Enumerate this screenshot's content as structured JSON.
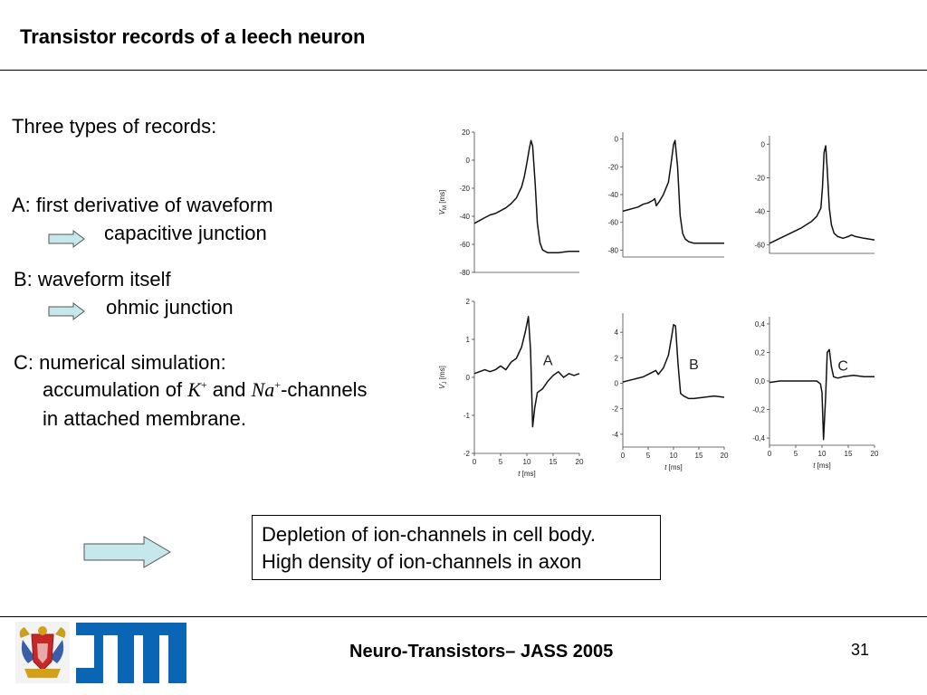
{
  "slide": {
    "title": "Transistor records of a leech neuron",
    "intro": "Three types of records:",
    "a_line1": "A: first derivative of waveform",
    "a_line2": "capacitive junction",
    "b_line1": "B: waveform itself",
    "b_line2": "ohmic junction",
    "c_line1": "C: numerical simulation:",
    "c_line2_pre": "accumulation of ",
    "c_k": "K",
    "c_plus": "+",
    "c_and": " and ",
    "c_na": "Na",
    "c_line2_post": "-channels",
    "c_line3": "in attached membrane.",
    "box_line1": "Depletion of ion-channels in cell body.",
    "box_line2": "High density of ion-channels in axon"
  },
  "footer": {
    "title": "Neuro-Transistors– JASS 2005",
    "page": "31"
  },
  "colors": {
    "arrow_fill": "#c6e7ec",
    "arrow_stroke": "#555555",
    "logo_blue": "#0a65b5"
  },
  "icons": [
    "right-arrow-icon",
    "university-crest-logo",
    "tum-logo"
  ],
  "chart_data": [
    {
      "type": "line",
      "panel": "A-top",
      "ylabel_var": "V",
      "ylabel_sub": "M",
      "ylabel_unit": " [ms]",
      "ylim": [
        -80,
        20
      ],
      "yticks": [
        20,
        0,
        -20,
        -40,
        -60,
        -80
      ],
      "xlim": [
        0,
        20
      ],
      "xticks": [],
      "series": [
        {
          "x": [
            0,
            1,
            2,
            3,
            4,
            5,
            6,
            7,
            8,
            9,
            9.5,
            10,
            10.5,
            10.8,
            11.1,
            11.6,
            12,
            12.5,
            13,
            14,
            16,
            18,
            20
          ],
          "y": [
            -45,
            -43,
            -41,
            -39,
            -38,
            -36,
            -34,
            -31,
            -27,
            -19,
            -12,
            -2,
            9,
            14,
            10,
            -18,
            -45,
            -59,
            -64,
            -66,
            -66,
            -65,
            -65
          ]
        }
      ]
    },
    {
      "type": "line",
      "panel": "B-top",
      "ylim": [
        -85,
        5
      ],
      "yticks": [
        0,
        -20,
        -40,
        -60,
        -80
      ],
      "xlim": [
        0,
        20
      ],
      "xticks": [],
      "series": [
        {
          "x": [
            0,
            1,
            2,
            3,
            4,
            5,
            6,
            6.3,
            6.6,
            7.2,
            8,
            9,
            9.5,
            10,
            10.3,
            10.8,
            11.3,
            11.8,
            12.3,
            13,
            14,
            16,
            18,
            20
          ],
          "y": [
            -52,
            -51,
            -50,
            -49,
            -47,
            -46,
            -44,
            -43,
            -48,
            -45,
            -40,
            -31,
            -18,
            -4,
            -1,
            -20,
            -55,
            -68,
            -72,
            -74,
            -75,
            -75,
            -75,
            -75
          ]
        }
      ]
    },
    {
      "type": "line",
      "panel": "C-top",
      "ylim": [
        -65,
        5
      ],
      "yticks": [
        0,
        -20,
        -40,
        -60
      ],
      "xlim": [
        0,
        20
      ],
      "xticks": [],
      "series": [
        {
          "x": [
            0,
            2,
            4,
            6,
            8,
            9,
            9.8,
            10.1,
            10.4,
            10.7,
            11,
            11.4,
            11.8,
            12.3,
            13,
            14,
            15,
            15.6,
            16.4,
            18,
            20
          ],
          "y": [
            -59,
            -56,
            -53,
            -50,
            -46,
            -43,
            -38,
            -25,
            -5,
            -1,
            -15,
            -38,
            -48,
            -53,
            -55,
            -56,
            -55,
            -54,
            -55,
            -56,
            -57
          ]
        }
      ]
    },
    {
      "type": "line",
      "panel": "A-bottom",
      "label": "A",
      "ylabel_var": "V",
      "ylabel_sub": "J",
      "ylabel_unit": " [ms]",
      "ylim": [
        -2,
        2
      ],
      "yticks": [
        2,
        1,
        0,
        -1,
        -2
      ],
      "xlim": [
        0,
        20
      ],
      "xticks": [
        0,
        5,
        10,
        15,
        20
      ],
      "xlabel_var": "t",
      "xlabel_unit": " [ms]",
      "series": [
        {
          "x": [
            0,
            1,
            2,
            3,
            4,
            5,
            6,
            7,
            8,
            9,
            9.7,
            10.3,
            10.7,
            11.1,
            11.5,
            12,
            13,
            14,
            15,
            16,
            17,
            18,
            19,
            20
          ],
          "y": [
            0.1,
            0.15,
            0.2,
            0.15,
            0.2,
            0.3,
            0.2,
            0.4,
            0.5,
            0.8,
            1.2,
            1.6,
            0.7,
            -1.3,
            -0.8,
            -0.4,
            -0.3,
            -0.1,
            0.05,
            0.15,
            0.0,
            0.1,
            0.05,
            0.1
          ]
        }
      ]
    },
    {
      "type": "line",
      "panel": "B-bottom",
      "label": "B",
      "ylim": [
        -5,
        5.5
      ],
      "yticks": [
        4,
        2,
        0,
        -2,
        -4
      ],
      "xlim": [
        0,
        20
      ],
      "xticks": [
        0,
        5,
        10,
        15,
        20
      ],
      "xlabel_var": "t",
      "xlabel_unit": " [ms]",
      "series": [
        {
          "x": [
            0,
            1,
            2,
            3,
            4,
            5,
            6,
            6.5,
            7,
            8,
            9,
            9.6,
            10,
            10.4,
            10.9,
            11.4,
            12,
            13,
            14,
            16,
            18,
            20
          ],
          "y": [
            0.1,
            0.2,
            0.3,
            0.4,
            0.5,
            0.7,
            0.9,
            1.0,
            0.7,
            1.2,
            2.2,
            3.6,
            4.6,
            4.5,
            1.5,
            -0.8,
            -1.0,
            -1.2,
            -1.2,
            -1.1,
            -1.0,
            -1.1
          ]
        }
      ]
    },
    {
      "type": "line",
      "panel": "C-bottom",
      "label": "C",
      "ylim": [
        -0.45,
        0.45
      ],
      "yticks": [
        0.4,
        0.2,
        0.0,
        -0.2,
        -0.4
      ],
      "ytick_labels": [
        "0,4",
        "0,2",
        "0,0",
        "-0,2",
        "-0,4"
      ],
      "xlim": [
        0,
        20
      ],
      "xticks": [
        0,
        5,
        10,
        15,
        20
      ],
      "xlabel_var": "t",
      "xlabel_unit": " [ms]",
      "series": [
        {
          "x": [
            0,
            2,
            4,
            6,
            8,
            9,
            9.7,
            10,
            10.3,
            10.7,
            11,
            11.4,
            11.8,
            12.2,
            13,
            14,
            16,
            18,
            20
          ],
          "y": [
            -0.01,
            0.0,
            0.0,
            0.0,
            0.0,
            0.0,
            -0.02,
            -0.08,
            -0.41,
            -0.1,
            0.2,
            0.22,
            0.1,
            0.03,
            0.02,
            0.03,
            0.04,
            0.03,
            0.03
          ]
        }
      ]
    }
  ]
}
